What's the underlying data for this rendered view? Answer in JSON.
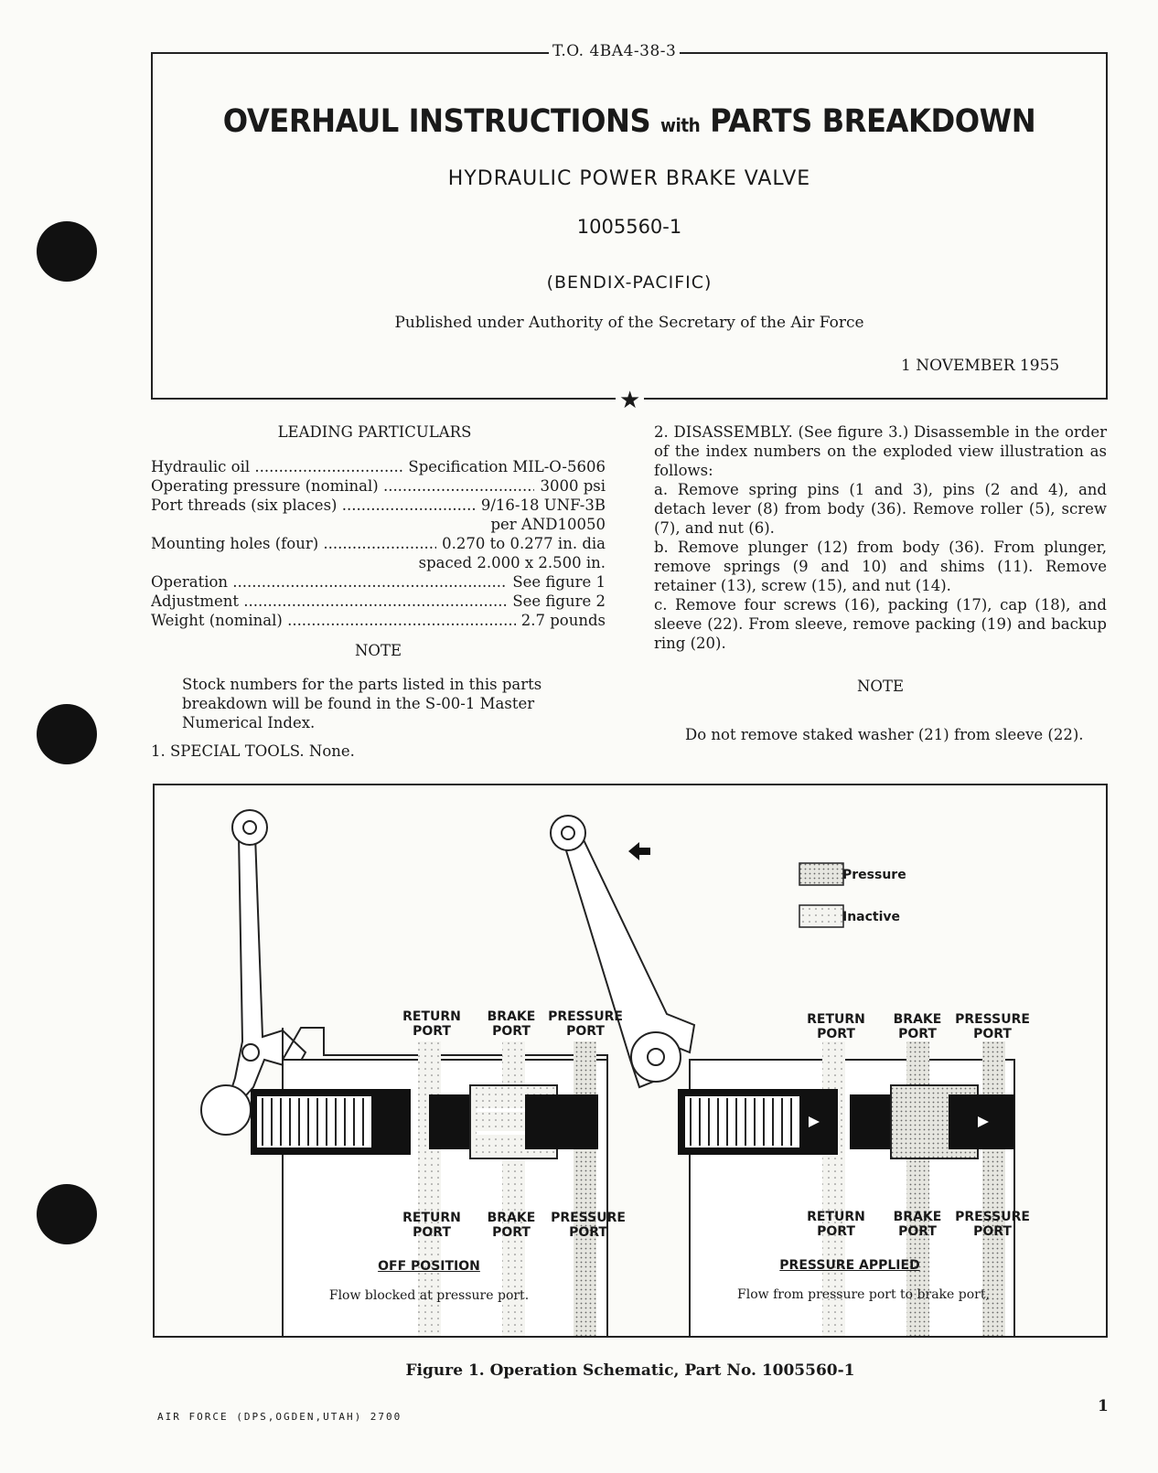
{
  "header": {
    "doc_number": "T.O. 4BA4-38-3",
    "title_main_left": "OVERHAUL INSTRUCTIONS",
    "title_with": "with",
    "title_main_right": "PARTS BREAKDOWN",
    "subtitle": "HYDRAULIC POWER BRAKE VALVE",
    "part_number": "1005560-1",
    "manufacturer": "(BENDIX-PACIFIC)",
    "authority": "Published under Authority of the Secretary of the Air Force",
    "date": "1 NOVEMBER 1955"
  },
  "leading_particulars": {
    "heading": "LEADING PARTICULARS",
    "rows": [
      {
        "label": "Hydraulic oil",
        "value": "Specification MIL-O-5606"
      },
      {
        "label": "Operating pressure (nominal)",
        "value": "3000 psi"
      },
      {
        "label": "Port threads (six places)",
        "value": "9/16-18 UNF-3B"
      },
      {
        "label": "",
        "value": "per AND10050"
      },
      {
        "label": "Mounting holes (four)",
        "value": "0.270 to 0.277 in. dia"
      },
      {
        "label": "",
        "value": "spaced 2.000 x 2.500 in."
      },
      {
        "label": "Operation",
        "value": "See figure 1"
      },
      {
        "label": "Adjustment",
        "value": "See figure 2"
      },
      {
        "label": "Weight (nominal)",
        "value": "2.7 pounds"
      }
    ],
    "note_heading": "NOTE",
    "note_text": "Stock numbers for the parts listed in this parts breakdown will be found in the S-00-1 Master Numerical Index.",
    "special_tools": "1. SPECIAL TOOLS. None."
  },
  "disassembly": {
    "intro": "2. DISASSEMBLY. (See figure 3.) Disassemble in the order of the index numbers on the exploded view illustration as follows:",
    "step_a": "a. Remove spring pins (1 and 3), pins (2 and 4), and detach lever (8) from body (36). Remove roller (5), screw (7), and nut (6).",
    "step_b": "b. Remove plunger (12) from body (36). From plunger, remove springs (9 and 10) and shims (11). Remove retainer (13), screw (15), and nut (14).",
    "step_c": "c. Remove four screws (16), packing (17), cap (18), and sleeve (22). From sleeve, remove packing (19) and backup ring (20).",
    "note_heading": "NOTE",
    "note_text": "Do not remove staked washer (21) from sleeve (22)."
  },
  "figure": {
    "legend_pressure": "Pressure",
    "legend_inactive": "Inactive",
    "port_return_1": "RETURN",
    "port_return_2": "PORT",
    "port_brake_1": "BRAKE",
    "port_brake_2": "PORT",
    "port_pressure_1": "PRESSURE",
    "port_pressure_2": "PORT",
    "left_title": "OFF POSITION",
    "left_caption": "Flow blocked at pressure port.",
    "right_title": "PRESSURE APPLIED",
    "right_caption": "Flow from pressure port to brake port,",
    "caption": "Figure 1.  Operation Schematic, Part No. 1005560-1"
  },
  "footer": {
    "printer": "AIR FORCE (DPS,OGDEN,UTAH) 2700",
    "page_number": "1"
  }
}
